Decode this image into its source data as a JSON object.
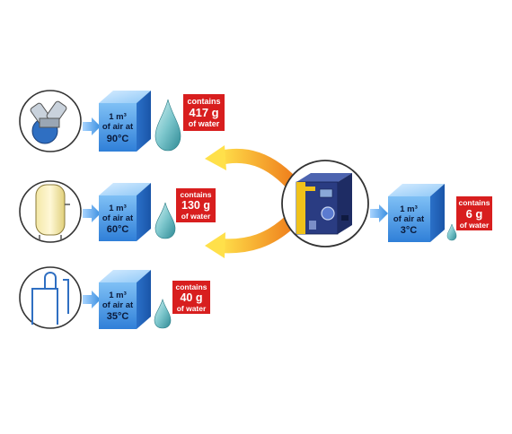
{
  "rows": [
    {
      "cube": {
        "l1": "1 m³",
        "l2": "of air at",
        "temp": "90°C"
      },
      "label": {
        "top": "contains",
        "amount": "417 g",
        "bottom": "of water"
      }
    },
    {
      "cube": {
        "l1": "1 m³",
        "l2": "of air at",
        "temp": "60°C"
      },
      "label": {
        "top": "contains",
        "amount": "130 g",
        "bottom": "of water"
      }
    },
    {
      "cube": {
        "l1": "1 m³",
        "l2": "of air at",
        "temp": "35°C"
      },
      "label": {
        "top": "contains",
        "amount": "40 g",
        "bottom": "of water"
      }
    }
  ],
  "dried": {
    "cube": {
      "l1": "1 m³",
      "l2": "of air at",
      "temp": "3°C"
    },
    "label": {
      "top": "contains",
      "amount": "6 g",
      "bottom": "of water"
    }
  },
  "colors": {
    "cube": "#3b8fe0",
    "label_red": "#d81e1e",
    "arrow_blue": "#5aa0e8",
    "curve_orange": "#f39a1e",
    "dryer_body": "#2a3c82",
    "dryer_yellow": "#f0c21a"
  }
}
